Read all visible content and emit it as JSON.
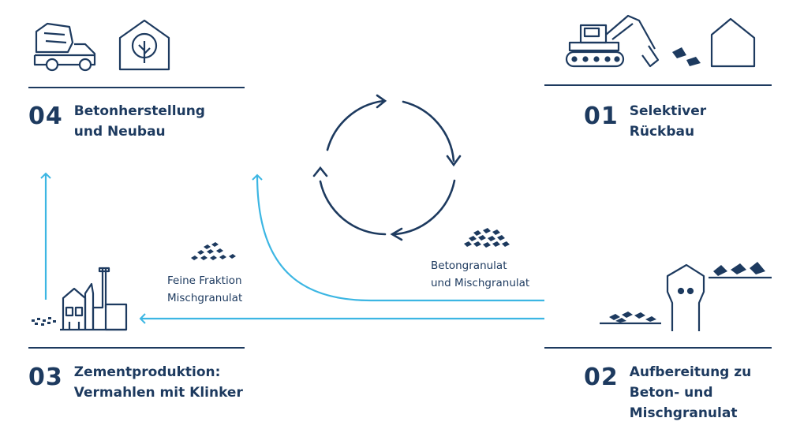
{
  "steps": [
    {
      "id": "01",
      "number": "01",
      "lines": [
        "Selektiver",
        "Rückbau"
      ]
    },
    {
      "id": "02",
      "number": "02",
      "lines": [
        "Aufbereitung zu",
        "Beton- und",
        "Mischgranulat"
      ]
    },
    {
      "id": "03",
      "number": "03",
      "lines": [
        "Zementproduktion:",
        "Vermahlen mit Klinker"
      ]
    },
    {
      "id": "04",
      "number": "04",
      "lines": [
        "Betonherstellung",
        "und Neubau"
      ]
    }
  ],
  "flow_labels": {
    "betongranulat": [
      "Betongranulat",
      "und Mischgranulat"
    ],
    "feine_fraktion": [
      "Feine Fraktion",
      "Mischgranulat"
    ]
  },
  "colors": {
    "navy": "#1d3a5f",
    "arrow_cyan": "#3cb6e3"
  },
  "icons": [
    "concrete-mixer-truck-icon",
    "house-tree-icon",
    "excavator-icon",
    "house-outline-icon",
    "crusher-icon",
    "granulate-pile-icon",
    "cement-factory-icon",
    "cycle-icon"
  ]
}
